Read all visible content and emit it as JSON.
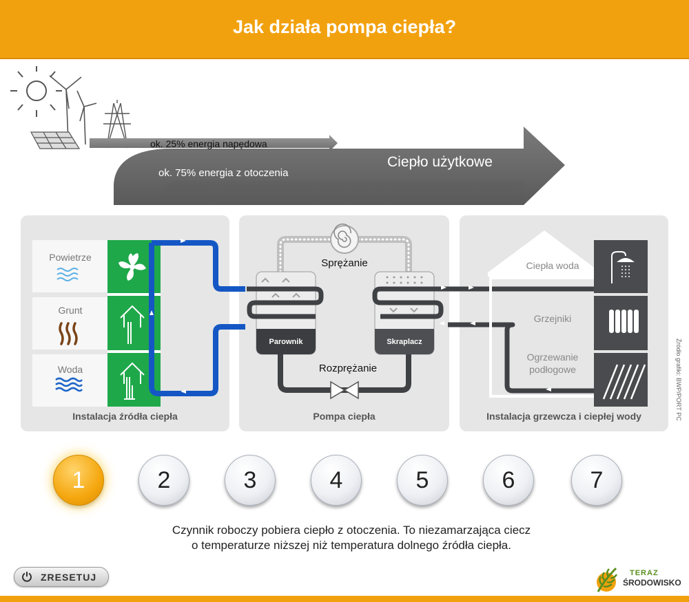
{
  "title": "Jak działa pompa ciepła?",
  "energy": {
    "drive_label": "ok. 25% energia napędowa",
    "ambient_label": "ok. 75% energia z otoczenia",
    "output_label": "Ciepło użytkowe"
  },
  "sources": {
    "items": [
      {
        "label": "Powietrze",
        "icon": "air-icon"
      },
      {
        "label": "Grunt",
        "icon": "ground-icon"
      },
      {
        "label": "Woda",
        "icon": "water-icon"
      }
    ],
    "panel_label": "Instalacja źródła ciepła"
  },
  "pump": {
    "compression_label": "Sprężanie",
    "evaporator_label": "Parownik",
    "condenser_label": "Skraplacz",
    "expansion_label": "Rozprężanie",
    "panel_label": "Pompa ciepła"
  },
  "heating": {
    "items": [
      {
        "label": "Ciepła woda",
        "icon": "shower-icon"
      },
      {
        "label": "Grzejniki",
        "icon": "radiator-icon"
      },
      {
        "label_line1": "Ogrzewanie",
        "label_line2": "podłogowe",
        "icon": "floor-heating-icon"
      }
    ],
    "panel_label": "Instalacja grzewcza i ciepłej wody"
  },
  "source_credit": "Źródło grafiki: BWP/PORT PC",
  "steps": [
    "1",
    "2",
    "3",
    "4",
    "5",
    "6",
    "7"
  ],
  "active_step": "1",
  "description": {
    "line1": "Czynnik roboczy pobiera ciepło z otoczenia. To niezamarzająca ciecz",
    "line2": "o temperaturze niższej niż temperatura dolnego źródła ciepła."
  },
  "reset_label": "ZRESETUJ",
  "logo": {
    "line1": "TERAZ",
    "line2": "ŚRODOWISKO"
  },
  "colors": {
    "header": "#f2a10e",
    "source_green": "#1fa84a",
    "pipe_blue": "#1457c4",
    "pipe_dark": "#404245",
    "arrow_gray": "#6e6e6e",
    "panel_gray": "#e4e4e4",
    "active_step": "#f5a70f"
  }
}
